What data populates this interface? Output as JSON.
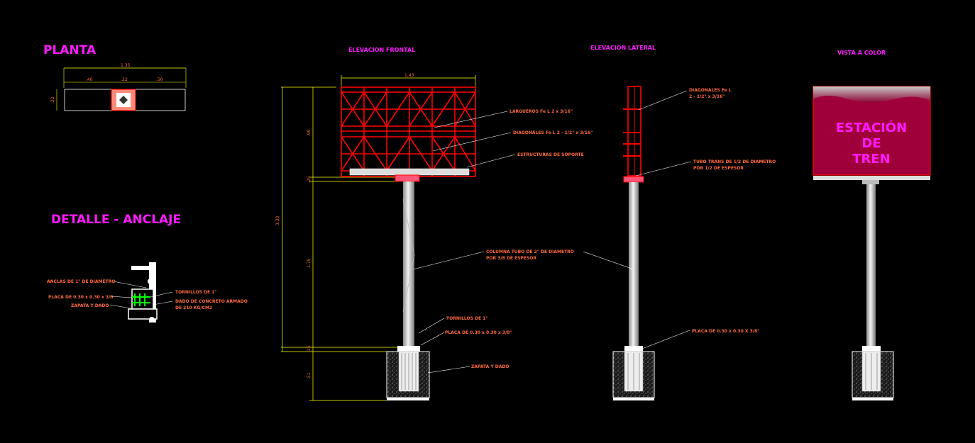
{
  "titles": {
    "planta": "PLANTA",
    "detalle": "DETALLE - ANCLAJE",
    "elev_frontal": "ELEVACION FRONTAL",
    "elev_lateral": "ELEVACION LATERAL",
    "vista_color": "VISTA A COLOR"
  },
  "planta": {
    "dim_total": "1.35",
    "dim_left": ".40",
    "dim_center": ".22",
    "dim_right": ".50",
    "dim_height": ".22"
  },
  "frontal": {
    "dim_width": "1.43",
    "dim_sign_height": ".90",
    "dim_band": ".25",
    "dim_column": "1.75",
    "dim_base": ".25",
    "dim_total": "3.30",
    "dim_foundation": ".51",
    "notes": {
      "largueros": "LARGUEROS Fe L 2 x 3/16\"",
      "diagonales": "DIAGONALES Fe L 2 - 1/2\" x 3/16\"",
      "estructura": "ESTRUCTURAS DE SOPORTE",
      "columna_1": "COLUMNA TUBO DE 2\" DE DIAMETRO",
      "columna_2": "POR 3/8 DE ESPESOR",
      "tornillos": "TORNILLOS DE 1\"",
      "placa": "PLACA DE 0.30 x 0.30 x 3/8\"",
      "zapata": "ZAPATA Y DADO"
    }
  },
  "lateral": {
    "notes": {
      "diagonales_1": "DIAGONALES Fe L",
      "diagonales_2": "2 - 1/2\" x 3/16\"",
      "tubo_1": "TUBO TRANS DE 1/2 DE DIAMETRO",
      "tubo_2": "POR 1/2 DE ESPESOR",
      "placa": "PLACA DE 0.30 x 0.30 X 3/8\""
    }
  },
  "detalle": {
    "notes": {
      "anclas": "ANCLAS DE 1\" DE DIAMETRO",
      "placa": "PLACA DE 0.30 x 0.30 x 3/8",
      "zapata": "ZAPATA Y DADO",
      "tornillos": "TORNILLOS DE 1\"",
      "dado_1": "DADO DE CONCRETO ARMADO",
      "dado_2": "DE 210 KG/CM2"
    }
  },
  "vista": {
    "sign_line1": "ESTACIÓN",
    "sign_line2": "DE",
    "sign_line3": "TREN"
  },
  "colors": {
    "background": "#000000",
    "title_magenta": "#ff1aff",
    "structure_red": "#ff0000",
    "note_orange": "#ff6a3d",
    "dimension_yellow": "#ffff00",
    "leader_white": "#ffffff",
    "bolt_green": "#00ff00",
    "sign_fill": "#a0003a"
  }
}
